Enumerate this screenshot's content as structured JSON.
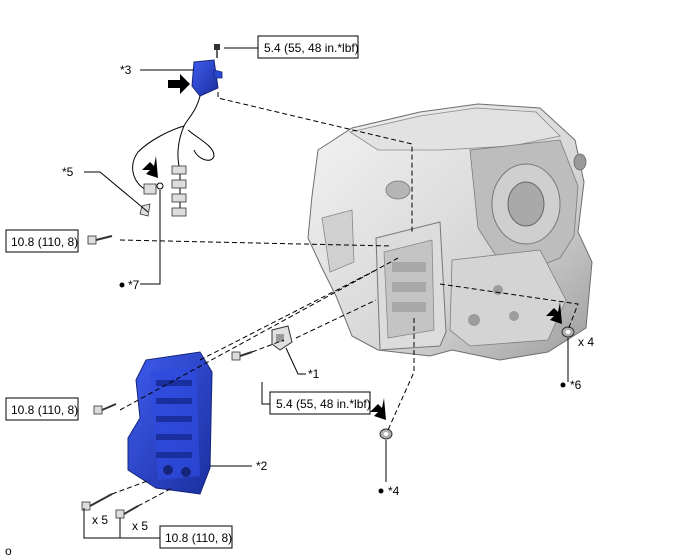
{
  "torque_labels": {
    "t_top": "5.4 (55, 48 in.*lbf)",
    "t_mid": "5.4 (55, 48 in.*lbf)",
    "t_left_upper": "10.8 (110, 8)",
    "t_left_lower": "10.8 (110, 8)",
    "t_bottom": "10.8 (110, 8)"
  },
  "callouts": {
    "c1": "*1",
    "c2": "*2",
    "c3": "*3",
    "c4": "*4",
    "c5": "*5",
    "c6": "*6",
    "c7": "*7"
  },
  "quantities": {
    "q_right": "x 4",
    "q_bolt_a": "x 5",
    "q_bolt_b": "x 5"
  },
  "corner_mark": "o",
  "colors": {
    "part_blue": "#2a48d8",
    "part_blue_dark": "#1a2f9e",
    "casing_light": "#e9e9e9",
    "casing_mid": "#c8c8c8",
    "casing_dark": "#8c8c8c"
  }
}
